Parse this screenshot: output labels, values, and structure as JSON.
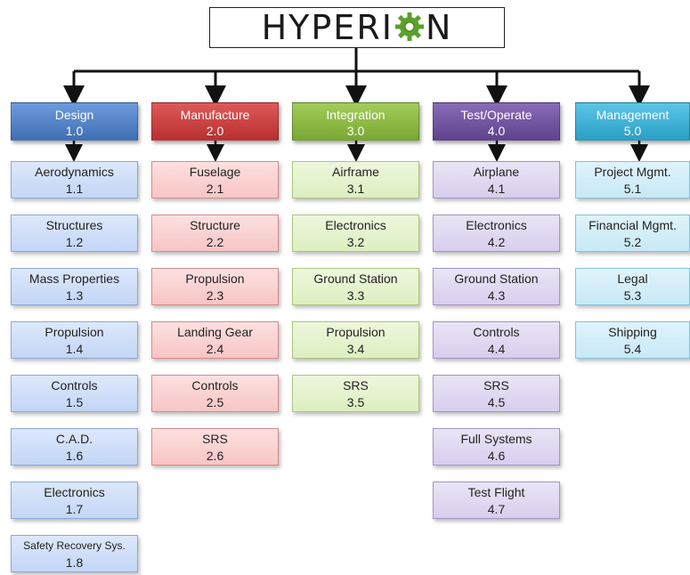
{
  "title_prefix": "HYPERI",
  "title_suffix": "N",
  "colors": {
    "design": "#4f7fc4",
    "manufacture": "#c63b3b",
    "integration": "#86b53a",
    "test_operate": "#6b4f9a",
    "management": "#2fa9cf",
    "gear": "#5aa02c"
  },
  "columns": [
    {
      "name": "Design",
      "number": "1.0",
      "items": [
        {
          "label": "Aerodynamics",
          "number": "1.1"
        },
        {
          "label": "Structures",
          "number": "1.2"
        },
        {
          "label": "Mass Properties",
          "number": "1.3"
        },
        {
          "label": "Propulsion",
          "number": "1.4"
        },
        {
          "label": "Controls",
          "number": "1.5"
        },
        {
          "label": "C.A.D.",
          "number": "1.6"
        },
        {
          "label": "Electronics",
          "number": "1.7"
        },
        {
          "label": "Safety Recovery Sys.",
          "number": "1.8"
        }
      ]
    },
    {
      "name": "Manufacture",
      "number": "2.0",
      "items": [
        {
          "label": "Fuselage",
          "number": "2.1"
        },
        {
          "label": "Structure",
          "number": "2.2"
        },
        {
          "label": "Propulsion",
          "number": "2.3"
        },
        {
          "label": "Landing Gear",
          "number": "2.4"
        },
        {
          "label": "Controls",
          "number": "2.5"
        },
        {
          "label": "SRS",
          "number": "2.6"
        }
      ]
    },
    {
      "name": "Integration",
      "number": "3.0",
      "items": [
        {
          "label": "Airframe",
          "number": "3.1"
        },
        {
          "label": "Electronics",
          "number": "3.2"
        },
        {
          "label": "Ground Station",
          "number": "3.3"
        },
        {
          "label": "Propulsion",
          "number": "3.4"
        },
        {
          "label": "SRS",
          "number": "3.5"
        }
      ]
    },
    {
      "name": "Test/Operate",
      "number": "4.0",
      "items": [
        {
          "label": "Airplane",
          "number": "4.1"
        },
        {
          "label": "Electronics",
          "number": "4.2"
        },
        {
          "label": "Ground Station",
          "number": "4.3"
        },
        {
          "label": "Controls",
          "number": "4.4"
        },
        {
          "label": "SRS",
          "number": "4.5"
        },
        {
          "label": "Full Systems",
          "number": "4.6"
        },
        {
          "label": "Test Flight",
          "number": "4.7"
        }
      ]
    },
    {
      "name": "Management",
      "number": "5.0",
      "items": [
        {
          "label": "Project Mgmt.",
          "number": "5.1"
        },
        {
          "label": "Financial Mgmt.",
          "number": "5.2"
        },
        {
          "label": "Legal",
          "number": "5.3"
        },
        {
          "label": "Shipping",
          "number": "5.4"
        }
      ]
    }
  ]
}
